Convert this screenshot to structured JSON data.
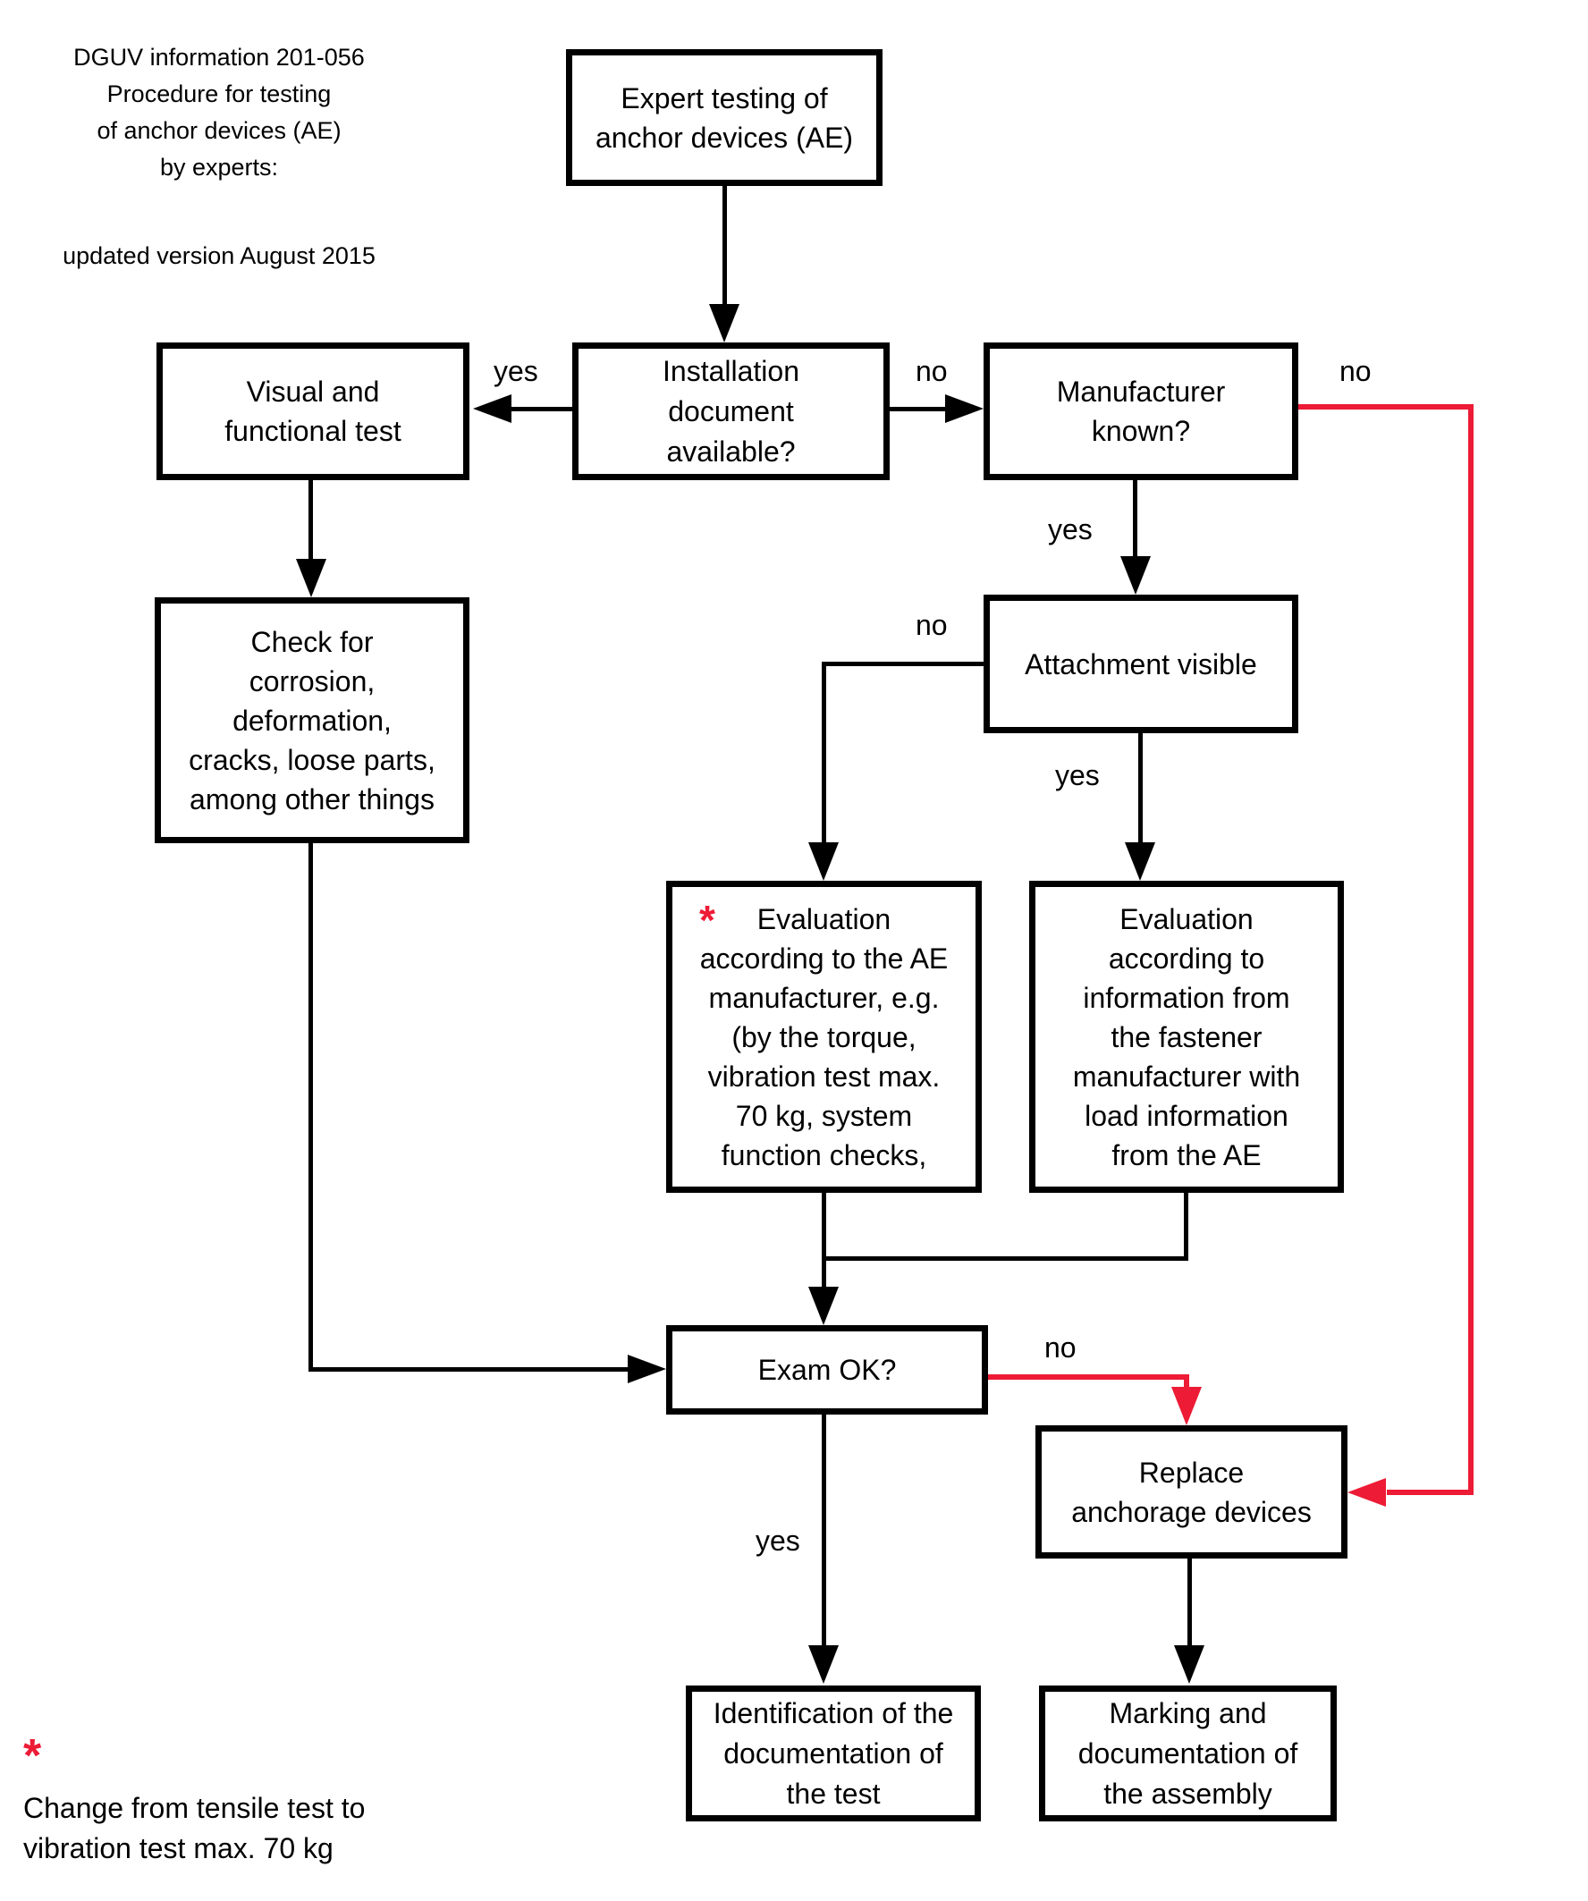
{
  "colors": {
    "line_black": "#000000",
    "highlight_red": "#ED1B35",
    "background": "#FFFFFF"
  },
  "header": {
    "title_lines": "DGUV information 201-056\nProcedure for testing\nof anchor devices (AE)\nby experts:",
    "version_line": "updated version August 2015"
  },
  "nodes": {
    "expert_testing": "Expert testing of\nanchor devices (AE)",
    "installation_document": "Installation\ndocument\navailable?",
    "visual_functional": "Visual and\nfunctional test",
    "manufacturer_known": "Manufacturer\nknown?",
    "check_corrosion": "Check for\ncorrosion,\ndeformation,\ncracks, loose parts,\namong other things",
    "attachment_visible": "Attachment visible",
    "evaluation_ae_asterisk": "*",
    "evaluation_ae": "Evaluation\naccording to the AE\nmanufacturer, e.g.\n(by the torque,\nvibration test max.\n70 kg, system\nfunction checks,",
    "evaluation_fastener": "Evaluation\naccording to\ninformation from\nthe fastener\nmanufacturer with\nload information\nfrom the AE",
    "exam_ok": "Exam OK?",
    "replace_anchorage": "Replace\nanchorage devices",
    "identification_documentation": "Identification of the\ndocumentation of\nthe test",
    "marking_documentation": "Marking and\ndocumentation of\nthe assembly"
  },
  "edge_labels": {
    "installation_yes": "yes",
    "installation_no": "no",
    "manufacturer_no": "no",
    "manufacturer_yes": "yes",
    "attachment_no": "no",
    "attachment_yes": "yes",
    "exam_no": "no",
    "exam_yes": "yes"
  },
  "footnote": {
    "asterisk": "*",
    "text": "Change from tensile test to\nvibration test max. 70 kg"
  }
}
